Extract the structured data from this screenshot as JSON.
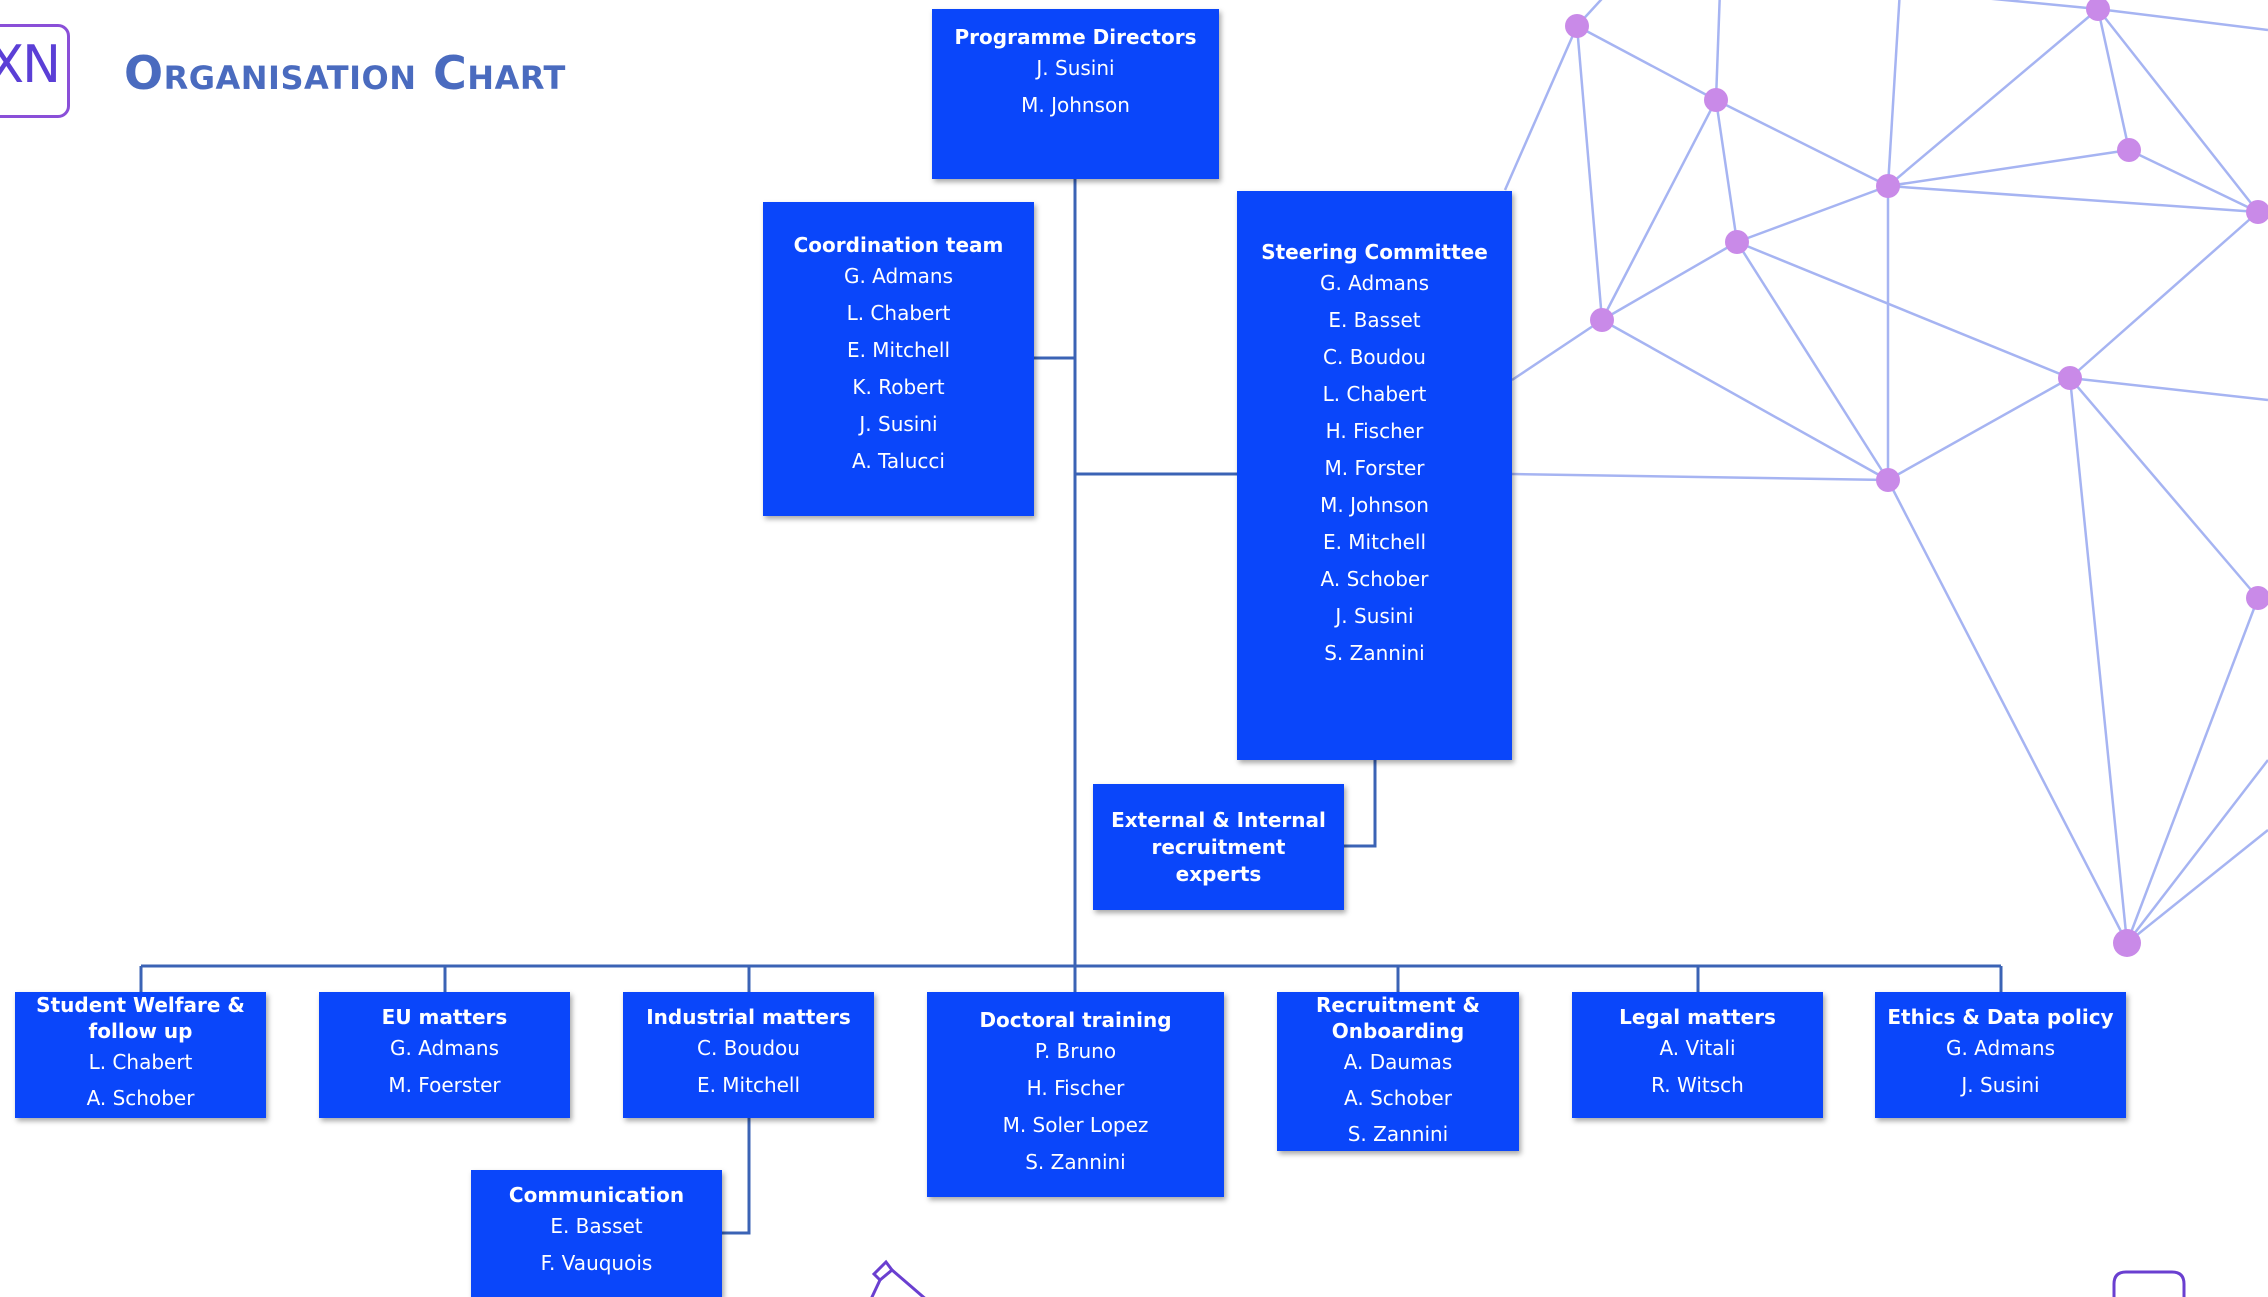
{
  "header": {
    "logo_text": "XN",
    "title": "Organisation Chart"
  },
  "colors": {
    "box_fill": "#0a46fa",
    "connector": "#3b63b5",
    "network_line": "#a6b4f2",
    "network_node": "#c98ae8",
    "title": "#4a6bbf"
  },
  "boxes": {
    "directors": {
      "title": "Programme Directors",
      "members": [
        "J. Susini",
        "M. Johnson"
      ]
    },
    "coordination": {
      "title": "Coordination team",
      "members": [
        "G. Admans",
        "L. Chabert",
        "E. Mitchell",
        "K. Robert",
        "J. Susini",
        "A. Talucci"
      ]
    },
    "steering": {
      "title": "Steering Committee",
      "members": [
        "G. Admans",
        "E. Basset",
        "C. Boudou",
        "L. Chabert",
        "H. Fischer",
        "M. Forster",
        "M. Johnson",
        "E. Mitchell",
        "A. Schober",
        "J. Susini",
        "S. Zannini"
      ]
    },
    "experts": {
      "title": "External & Internal recruitment experts",
      "members": []
    },
    "welfare": {
      "title": "Student Welfare & follow up",
      "members": [
        "L. Chabert",
        "A. Schober"
      ]
    },
    "eu": {
      "title": "EU matters",
      "members": [
        "G. Admans",
        "M. Foerster"
      ]
    },
    "industrial": {
      "title": "Industrial matters",
      "members": [
        "C. Boudou",
        "E. Mitchell"
      ]
    },
    "doctoral": {
      "title": "Doctoral training",
      "members": [
        "P. Bruno",
        "H. Fischer",
        "M. Soler Lopez",
        "S. Zannini"
      ]
    },
    "recruitment": {
      "title": "Recruitment & Onboarding",
      "members": [
        "A. Daumas",
        "A. Schober",
        "S. Zannini"
      ]
    },
    "legal": {
      "title": "Legal matters",
      "members": [
        "A. Vitali",
        "R. Witsch"
      ]
    },
    "ethics": {
      "title": "Ethics & Data policy",
      "members": [
        "G. Admans",
        "J. Susini"
      ]
    },
    "communication": {
      "title": "Communication",
      "members": [
        "E. Basset",
        "F. Vauquois"
      ]
    }
  }
}
